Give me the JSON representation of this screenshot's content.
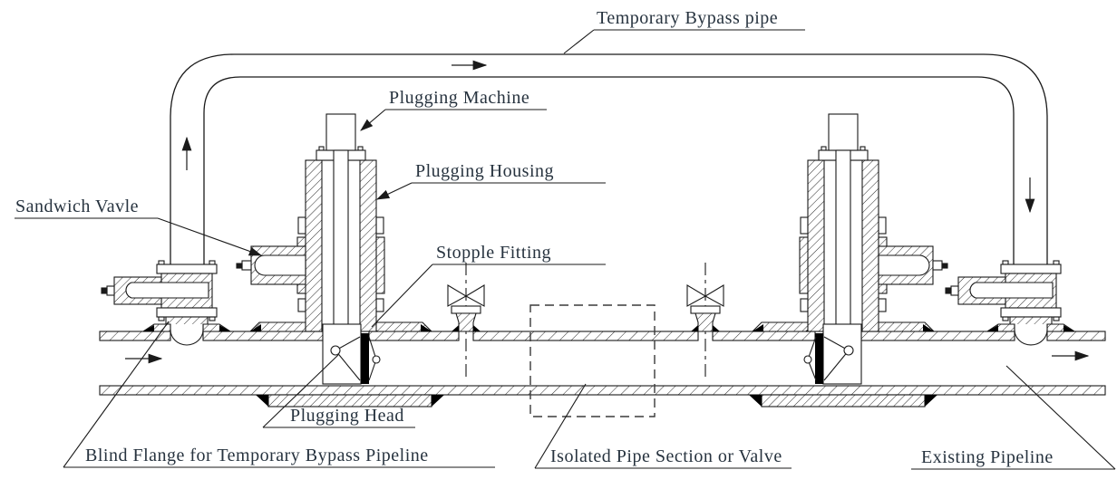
{
  "diagram": {
    "type": "pipeline-stopple-plugging-schematic",
    "labels": {
      "temporary_bypass_pipe": "Temporary Bypass pipe",
      "plugging_machine": "Plugging Machine",
      "plugging_housing": "Plugging Housing",
      "sandwich_valve": "Sandwich Vavle",
      "stopple_fitting": "Stopple Fitting",
      "plugging_head": "Plugging Head",
      "blind_flange": "Blind Flange for Temporary Bypass Pipeline",
      "isolated_section": "Isolated Pipe Section or Valve",
      "existing_pipeline": "Existing Pipeline"
    },
    "flow_arrows": [
      "pipe-flow-in-right-arrow",
      "bypass-riser-up-arrow",
      "bypass-top-right-arrow",
      "bypass-riser-down-arrow",
      "pipe-flow-out-right-arrow"
    ],
    "colors": {
      "line": "#1a1a1a",
      "background": "#ffffff",
      "seal_element": "#000000",
      "label_text": "#27333f"
    }
  }
}
